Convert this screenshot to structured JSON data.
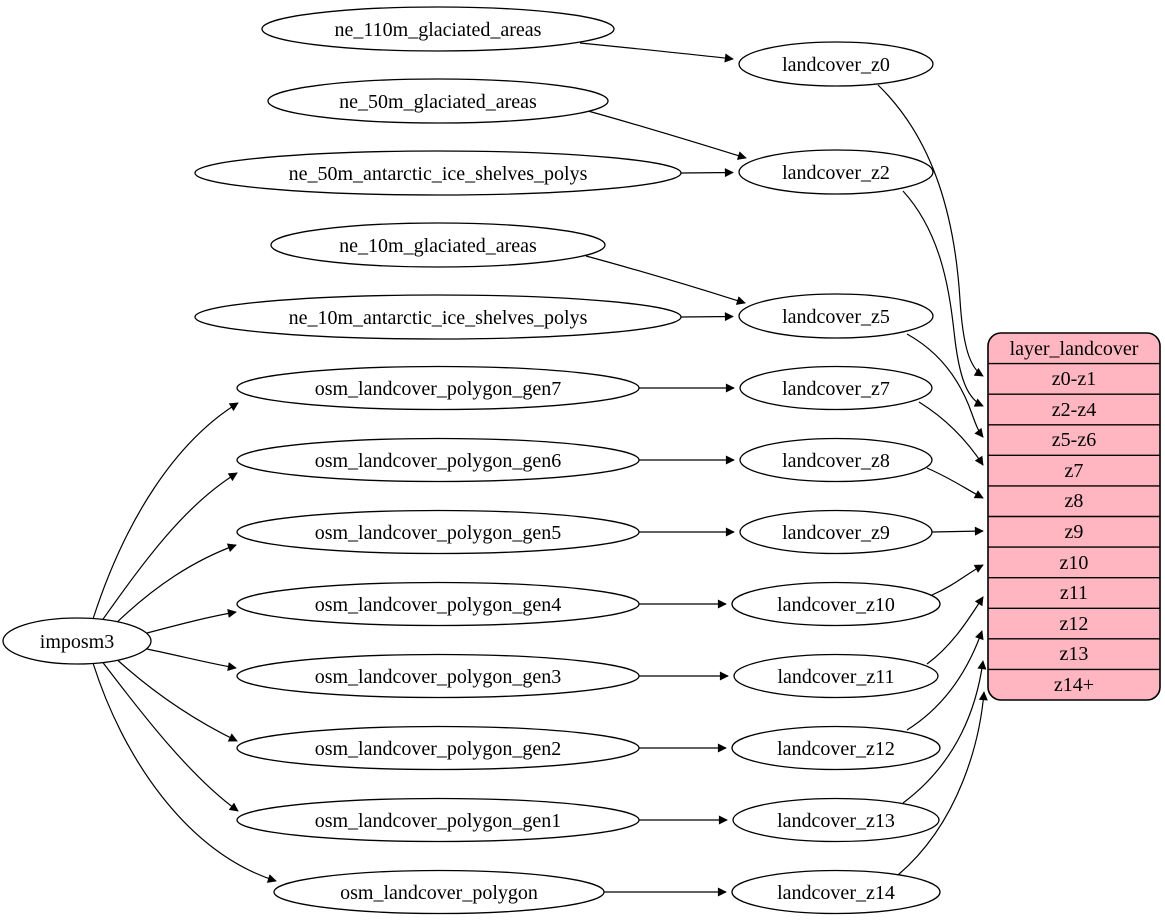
{
  "nodes": {
    "root": "imposm3",
    "sources": [
      "ne_110m_glaciated_areas",
      "ne_50m_glaciated_areas",
      "ne_50m_antarctic_ice_shelves_polys",
      "ne_10m_glaciated_areas",
      "ne_10m_antarctic_ice_shelves_polys",
      "osm_landcover_polygon_gen7",
      "osm_landcover_polygon_gen6",
      "osm_landcover_polygon_gen5",
      "osm_landcover_polygon_gen4",
      "osm_landcover_polygon_gen3",
      "osm_landcover_polygon_gen2",
      "osm_landcover_polygon_gen1",
      "osm_landcover_polygon"
    ],
    "intermediates": [
      "landcover_z0",
      "landcover_z2",
      "landcover_z5",
      "landcover_z7",
      "landcover_z8",
      "landcover_z9",
      "landcover_z10",
      "landcover_z11",
      "landcover_z12",
      "landcover_z13",
      "landcover_z14"
    ]
  },
  "table": {
    "title": "layer_landcover",
    "rows": [
      "z0-z1",
      "z2-z4",
      "z5-z6",
      "z7",
      "z8",
      "z9",
      "z10",
      "z11",
      "z12",
      "z13",
      "z14+"
    ],
    "fill": "#ffb6c1"
  },
  "edges": [
    {
      "from": "imposm3",
      "to": "osm_landcover_polygon_gen7"
    },
    {
      "from": "imposm3",
      "to": "osm_landcover_polygon_gen6"
    },
    {
      "from": "imposm3",
      "to": "osm_landcover_polygon_gen5"
    },
    {
      "from": "imposm3",
      "to": "osm_landcover_polygon_gen4"
    },
    {
      "from": "imposm3",
      "to": "osm_landcover_polygon_gen3"
    },
    {
      "from": "imposm3",
      "to": "osm_landcover_polygon_gen2"
    },
    {
      "from": "imposm3",
      "to": "osm_landcover_polygon_gen1"
    },
    {
      "from": "imposm3",
      "to": "osm_landcover_polygon"
    },
    {
      "from": "ne_110m_glaciated_areas",
      "to": "landcover_z0"
    },
    {
      "from": "ne_50m_glaciated_areas",
      "to": "landcover_z2"
    },
    {
      "from": "ne_50m_antarctic_ice_shelves_polys",
      "to": "landcover_z2"
    },
    {
      "from": "ne_10m_glaciated_areas",
      "to": "landcover_z5"
    },
    {
      "from": "ne_10m_antarctic_ice_shelves_polys",
      "to": "landcover_z5"
    },
    {
      "from": "osm_landcover_polygon_gen7",
      "to": "landcover_z7"
    },
    {
      "from": "osm_landcover_polygon_gen6",
      "to": "landcover_z8"
    },
    {
      "from": "osm_landcover_polygon_gen5",
      "to": "landcover_z9"
    },
    {
      "from": "osm_landcover_polygon_gen4",
      "to": "landcover_z10"
    },
    {
      "from": "osm_landcover_polygon_gen3",
      "to": "landcover_z11"
    },
    {
      "from": "osm_landcover_polygon_gen2",
      "to": "landcover_z12"
    },
    {
      "from": "osm_landcover_polygon_gen1",
      "to": "landcover_z13"
    },
    {
      "from": "osm_landcover_polygon",
      "to": "landcover_z14"
    },
    {
      "from": "landcover_z0",
      "to": "layer_landcover:z0-z1"
    },
    {
      "from": "landcover_z2",
      "to": "layer_landcover:z2-z4"
    },
    {
      "from": "landcover_z5",
      "to": "layer_landcover:z5-z6"
    },
    {
      "from": "landcover_z7",
      "to": "layer_landcover:z7"
    },
    {
      "from": "landcover_z8",
      "to": "layer_landcover:z8"
    },
    {
      "from": "landcover_z9",
      "to": "layer_landcover:z9"
    },
    {
      "from": "landcover_z10",
      "to": "layer_landcover:z10"
    },
    {
      "from": "landcover_z11",
      "to": "layer_landcover:z11"
    },
    {
      "from": "landcover_z12",
      "to": "layer_landcover:z12"
    },
    {
      "from": "landcover_z13",
      "to": "layer_landcover:z13"
    },
    {
      "from": "landcover_z14",
      "to": "layer_landcover:z14+"
    }
  ],
  "colors": {
    "stroke": "#000000",
    "node_fill": "#ffffff",
    "table_fill": "#ffb6c1",
    "background": "#ffffff"
  }
}
